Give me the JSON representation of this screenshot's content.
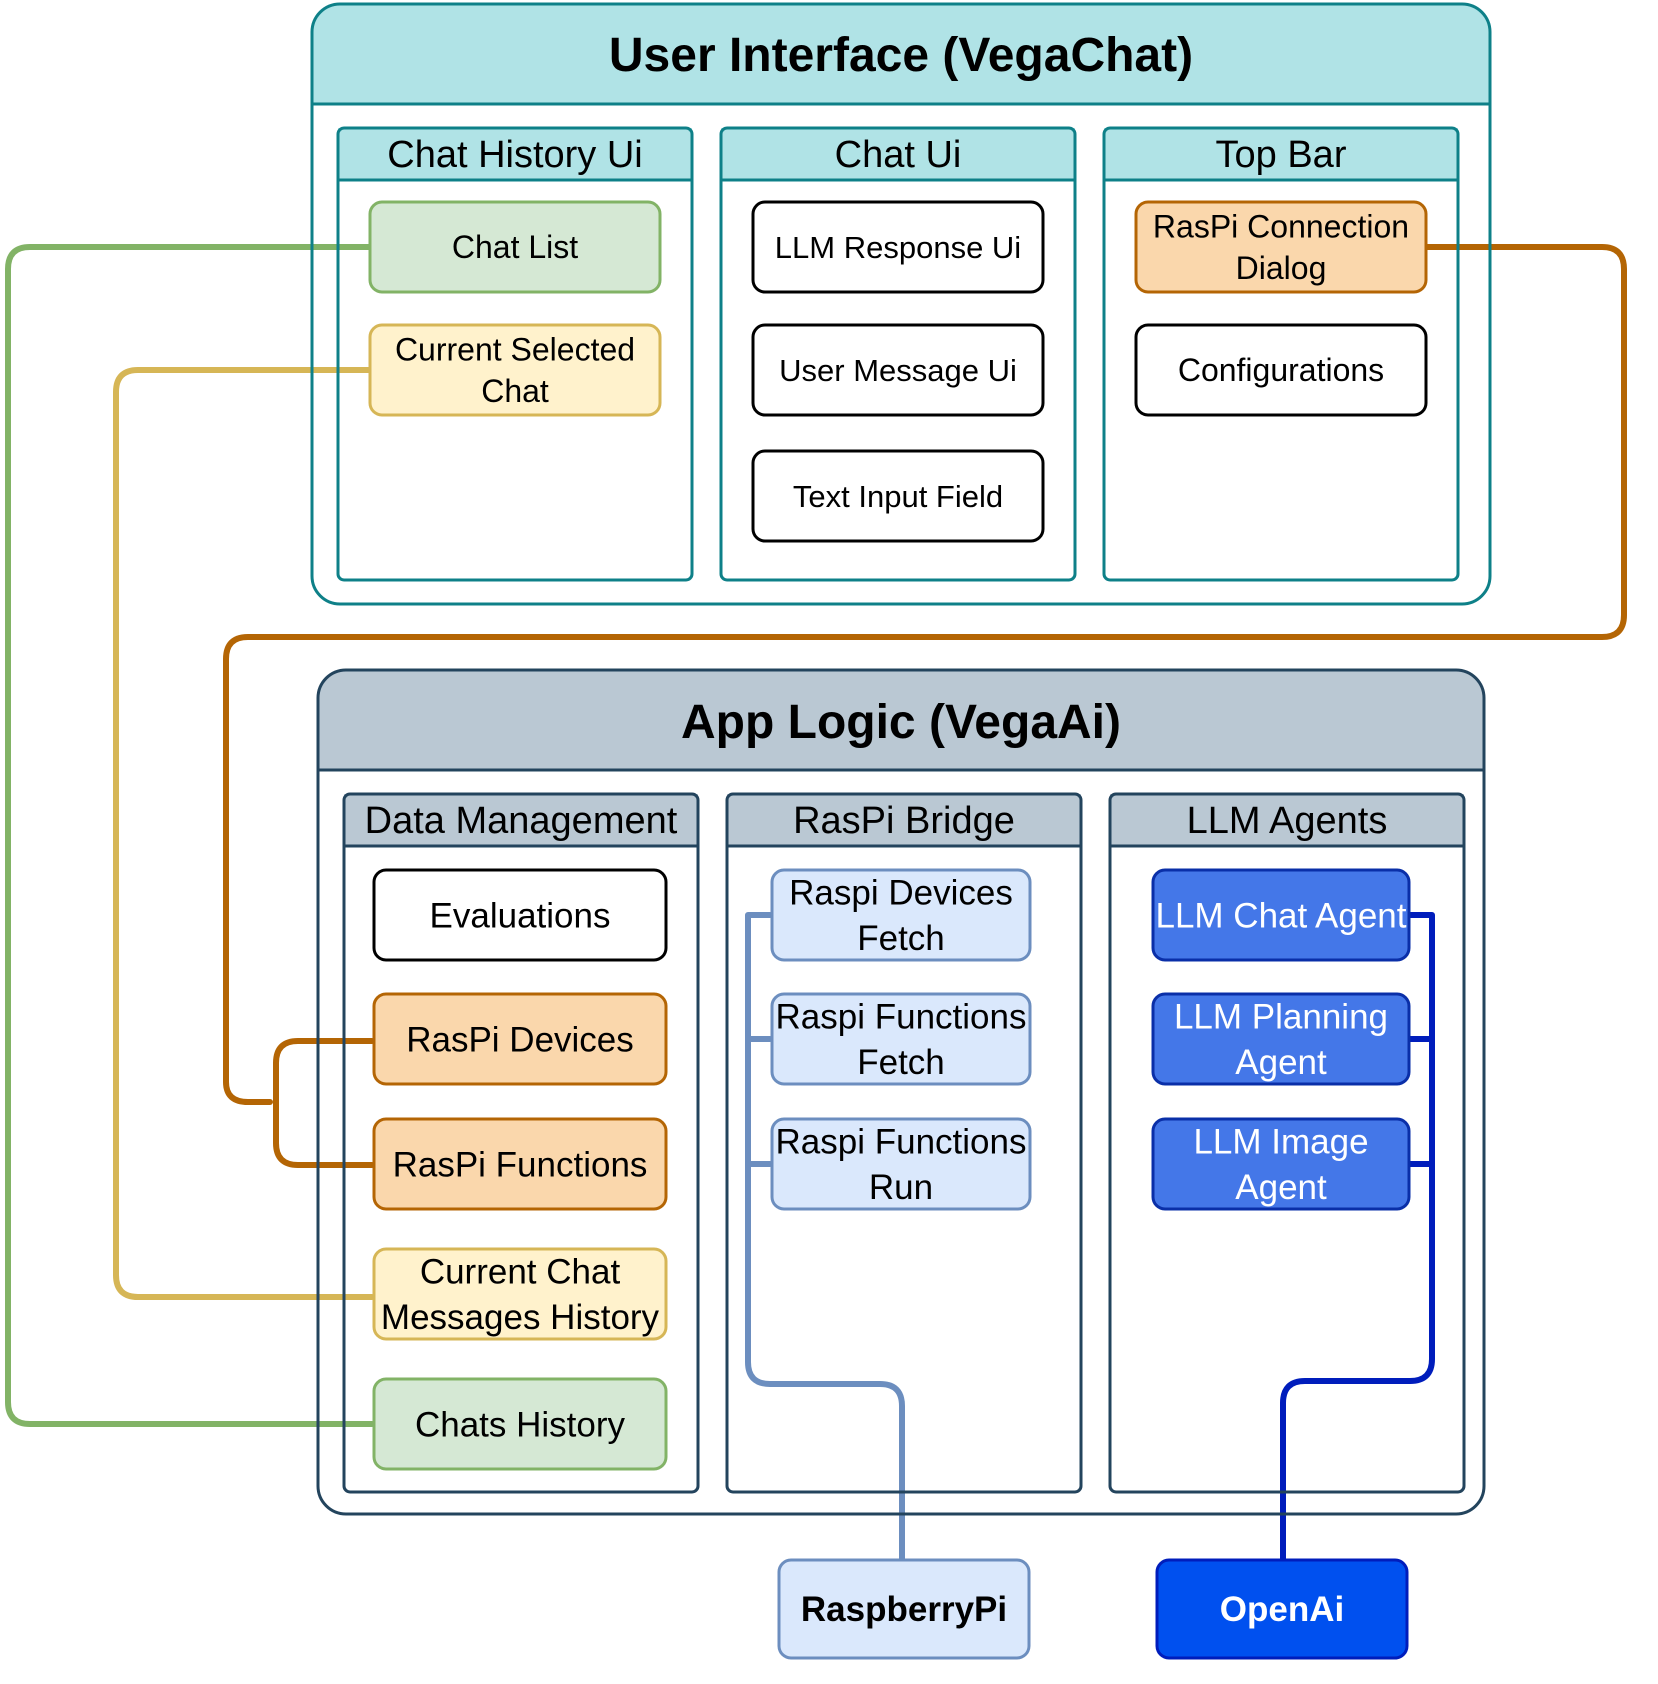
{
  "user_interface": {
    "title": "User Interface (VegaChat)",
    "header_color": "#b0e3e6",
    "border_color": "#0e8088",
    "groups": [
      {
        "title": "Chat History Ui",
        "items": [
          {
            "label": [
              "Chat List"
            ],
            "style": "green"
          },
          {
            "label": [
              "Current Selected",
              "Chat"
            ],
            "style": "yellow"
          }
        ]
      },
      {
        "title": "Chat Ui",
        "items": [
          {
            "label": [
              "LLM Response Ui"
            ],
            "style": "plain"
          },
          {
            "label": [
              "User Message Ui"
            ],
            "style": "plain"
          },
          {
            "label": [
              "Text Input Field"
            ],
            "style": "plain"
          }
        ]
      },
      {
        "title": "Top Bar",
        "items": [
          {
            "label": [
              "RasPi Connection",
              "Dialog"
            ],
            "style": "orange"
          },
          {
            "label": [
              "Configurations"
            ],
            "style": "plain"
          }
        ]
      }
    ]
  },
  "app_logic": {
    "title": "App Logic (VegaAi)",
    "header_color": "#bac8d3",
    "border_color": "#23445d",
    "groups": [
      {
        "title": "Data Management",
        "items": [
          {
            "label": [
              "Evaluations"
            ],
            "style": "plain"
          },
          {
            "label": [
              "RasPi Devices"
            ],
            "style": "orange"
          },
          {
            "label": [
              "RasPi Functions"
            ],
            "style": "orange"
          },
          {
            "label": [
              "Current Chat",
              "Messages History"
            ],
            "style": "yellow"
          },
          {
            "label": [
              "Chats History"
            ],
            "style": "green"
          }
        ]
      },
      {
        "title": "RasPi Bridge",
        "items": [
          {
            "label": [
              "Raspi Devices",
              "Fetch"
            ],
            "style": "lightblue"
          },
          {
            "label": [
              "Raspi Functions",
              "Fetch"
            ],
            "style": "lightblue"
          },
          {
            "label": [
              "Raspi Functions",
              "Run"
            ],
            "style": "lightblue"
          }
        ]
      },
      {
        "title": "LLM Agents",
        "items": [
          {
            "label": [
              "LLM Chat Agent"
            ],
            "style": "blue"
          },
          {
            "label": [
              "LLM Planning",
              "Agent"
            ],
            "style": "blue"
          },
          {
            "label": [
              "LLM Image",
              "Agent"
            ],
            "style": "blue"
          }
        ]
      }
    ]
  },
  "external": [
    {
      "label": "RaspberryPi",
      "style": "lightblue"
    },
    {
      "label": "OpenAi",
      "style": "darkblue"
    }
  ],
  "styles": {
    "plain": {
      "fill": "#ffffff",
      "stroke": "#000000",
      "text": "#000000"
    },
    "green": {
      "fill": "#d5e8d4",
      "stroke": "#82b366",
      "text": "#000000"
    },
    "yellow": {
      "fill": "#fff2cc",
      "stroke": "#d6b656",
      "text": "#000000"
    },
    "orange": {
      "fill": "#fad7ac",
      "stroke": "#b46504",
      "text": "#000000"
    },
    "lightblue": {
      "fill": "#dae8fc",
      "stroke": "#6c8ebf",
      "text": "#000000"
    },
    "blue": {
      "fill": "#4477e8",
      "stroke": "#0a2fa8",
      "text": "#ffffff"
    },
    "darkblue": {
      "fill": "#0050ef",
      "stroke": "#001dbc",
      "text": "#ffffff"
    }
  },
  "connector_colors": {
    "green": "#82b366",
    "yellow": "#d6b656",
    "orange": "#b46504",
    "bridge": "#6c8ebf",
    "agents": "#001dbc"
  }
}
